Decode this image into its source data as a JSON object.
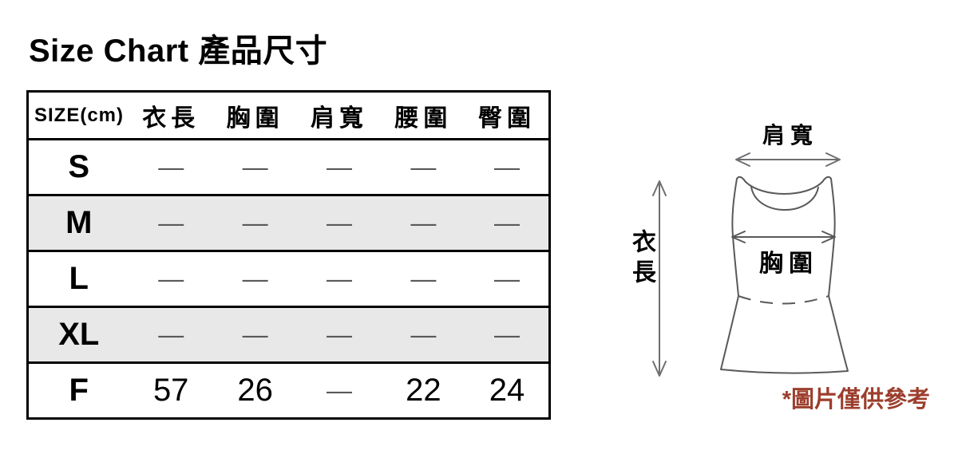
{
  "chart_data": {
    "type": "table",
    "title": "Size Chart 產品尺寸",
    "units": "cm",
    "columns": [
      "SIZE(cm)",
      "衣長",
      "胸圍",
      "肩寬",
      "腰圍",
      "臀圍"
    ],
    "rows": [
      [
        "S",
        "—",
        "—",
        "—",
        "—",
        "—"
      ],
      [
        "M",
        "—",
        "—",
        "—",
        "—",
        "—"
      ],
      [
        "L",
        "—",
        "—",
        "—",
        "—",
        "—"
      ],
      [
        "XL",
        "—",
        "—",
        "—",
        "—",
        "—"
      ],
      [
        "F",
        "57",
        "26",
        "—",
        "22",
        "24"
      ]
    ]
  },
  "diagram": {
    "shoulder_label": "肩寬",
    "length_label": "衣長",
    "chest_label": "胸圍",
    "note": "*圖片僅供參考"
  },
  "colors": {
    "row_shade": "#e8e8e8",
    "dash": "#58595b",
    "outline": "#58595b",
    "arrow": "#6d6e71",
    "note_red": "#9c3e2d",
    "text": "#000000"
  }
}
